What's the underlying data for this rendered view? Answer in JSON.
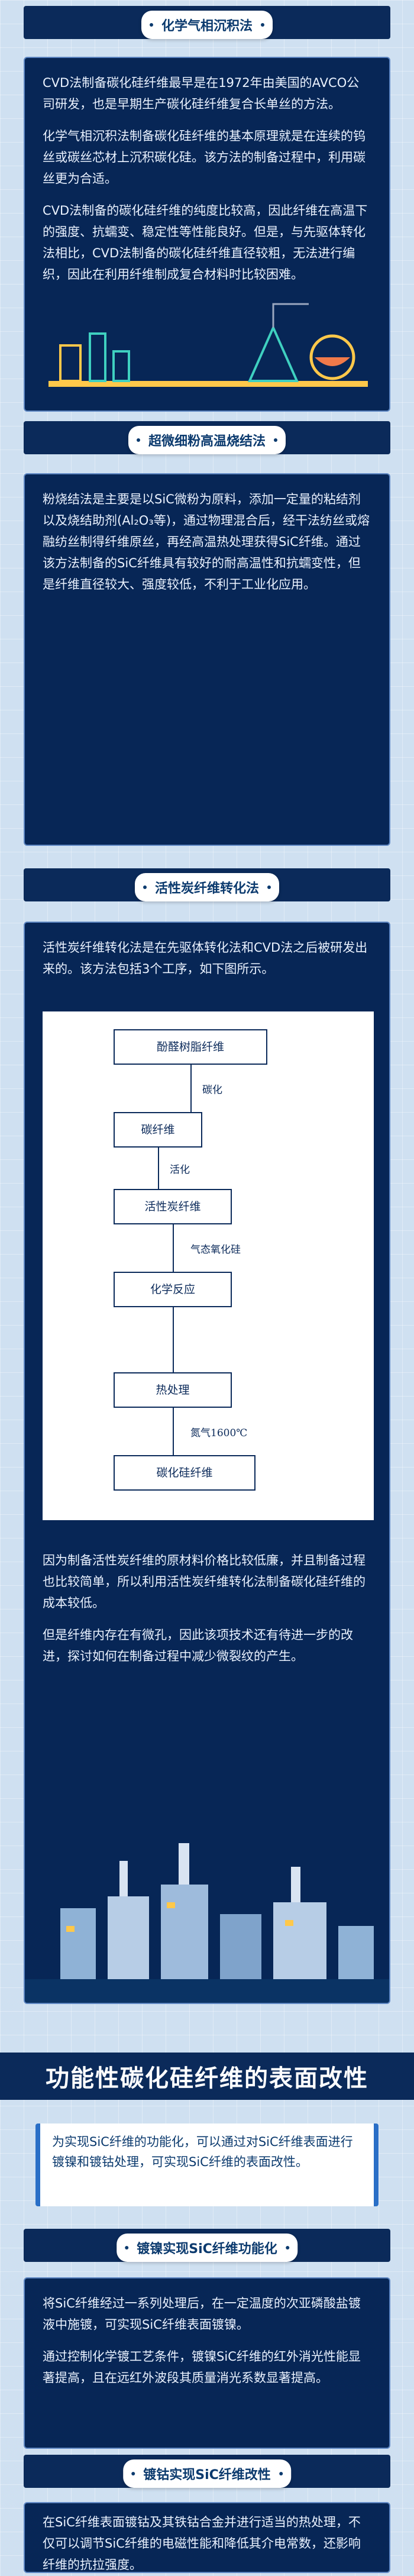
{
  "sections": [
    {
      "title": "化学气相沉积法",
      "paragraphs": [
        "CVD法制备碳化硅纤维最早是在1972年由美国的AVCO公司研发，也是早期生产碳化硅纤维复合长单丝的方法。",
        "化学气相沉积法制备碳化硅纤维的基本原理就是在连续的钨丝或碳丝芯材上沉积碳化硅。该方法的制备过程中，利用碳丝更为合适。",
        "CVD法制备的碳化硅纤维的纯度比较高，因此纤维在高温下的强度、抗蠕变、稳定性等性能良好。但是，与先驱体转化法相比，CVD法制备的碳化硅纤维直径较粗，无法进行编织，因此在利用纤维制成复合材料时比较困难。"
      ]
    },
    {
      "title": "超微细粉高温烧结法",
      "paragraphs": [
        "粉烧结法是主要是以SiC微粉为原料，添加一定量的粘结剂以及烧结助剂(Al₂O₃等)，通过物理混合后，经干法纺丝或熔融纺丝制得纤维原丝，再经高温热处理获得SiC纤维。通过该方法制备的SiC纤维具有较好的耐高温性和抗蠕变性，但是纤维直径较大、强度较低，不利于工业化应用。"
      ]
    },
    {
      "title": "活性炭纤维转化法",
      "intro": "活性炭纤维转化法是在先驱体转化法和CVD法之后被研发出来的。该方法包括3个工序，如下图所示。",
      "flow": {
        "boxes": [
          "酚醛树脂纤维",
          "碳纤维",
          "活性炭纤维",
          "化学反应",
          "热处理",
          "碳化硅纤维"
        ],
        "labels": [
          "碳化",
          "活化",
          "气态氧化硅",
          "氮气1600℃"
        ]
      },
      "paragraphs": [
        "因为制备活性炭纤维的原材料价格比较低廉，并且制备过程也比较简单，所以利用活性炭纤维转化法制备碳化硅纤维的成本较低。",
        "但是纤维内存在有微孔，因此该项技术还有待进一步的改进，探讨如何在制备过程中减少微裂纹的产生。"
      ]
    }
  ],
  "main_title": "功能性碳化硅纤维的表面改性",
  "main_intro": "为实现SiC纤维的功能化，可以通过对SiC纤维表面进行镀镍和镀钴处理，可实现SiC纤维的表面改性。",
  "subsections": [
    {
      "title": "镀镍实现SiC纤维功能化",
      "paragraphs": [
        "将SiC纤维经过一系列处理后，在一定温度的次亚磷酸盐镀液中施镀，可实现SiC纤维表面镀镍。",
        "通过控制化学镀工艺条件，镀镍SiC纤维的红外消光性能显著提高，且在远红外波段其质量消光系数显著提高。"
      ]
    },
    {
      "title": "镀钴实现SiC纤维改性",
      "paragraphs": [
        "在SiC纤维表面镀钴及其铁钴合金并进行适当的热处理，不仅可以调节SiC纤维的电磁性能和降低其介电常数，还影响纤维的抗拉强度。"
      ]
    }
  ],
  "colors": {
    "navy": "#072656",
    "accent": "#2a6fc7",
    "bg": "#cfe0f1"
  }
}
